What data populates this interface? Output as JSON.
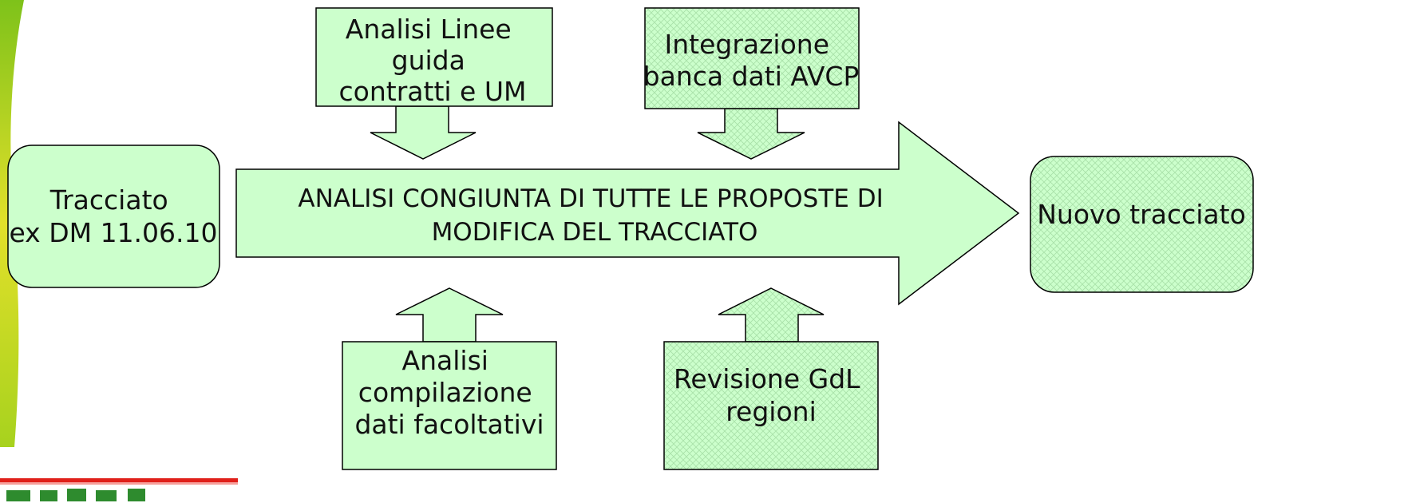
{
  "diagram": {
    "source": {
      "lines": [
        "Tracciato",
        "ex DM 11.06.10"
      ]
    },
    "main_arrow": {
      "lines": [
        "ANALISI CONGIUNTA DI TUTTE LE PROPOSTE DI",
        "MODIFICA DEL TRACCIATO"
      ]
    },
    "result": {
      "lines": [
        "Nuovo tracciato"
      ]
    },
    "inputs_top": [
      {
        "lines": [
          "Analisi Linee",
          "guida",
          "contratti e UM"
        ]
      },
      {
        "lines": [
          "Integrazione",
          "banca dati AVCP"
        ]
      }
    ],
    "inputs_bottom": [
      {
        "lines": [
          "Analisi",
          "compilazione",
          "dati facoltativi"
        ]
      },
      {
        "lines": [
          "Revisione GdL",
          "regioni"
        ]
      }
    ]
  },
  "colors": {
    "fill": "#ccffcc",
    "stroke": "#000000",
    "accent_green": "#7ec21a",
    "accent_yellow": "#e2e02a",
    "footer_red": "#e0201a",
    "footer_green": "#2e8b2e"
  }
}
